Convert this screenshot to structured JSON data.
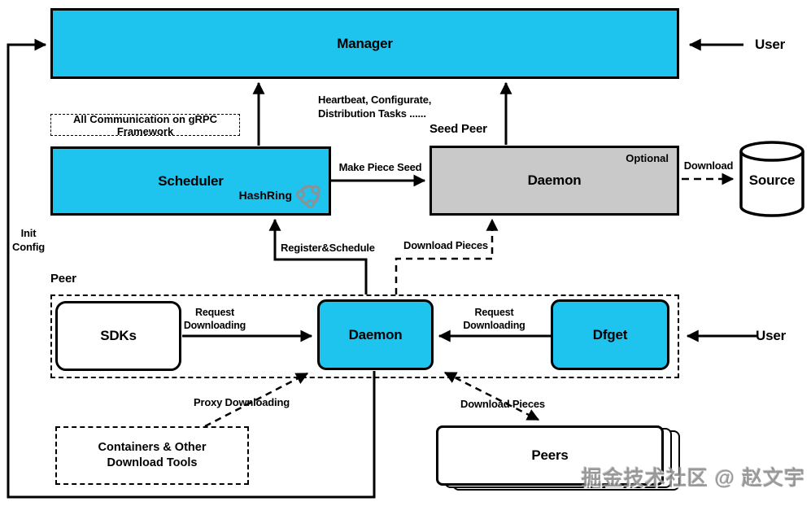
{
  "colors": {
    "accent_cyan": "#1ec3ee",
    "seed_gray": "#c9c9c9",
    "line_black": "#000000",
    "watermark_gray": "#8c8c8c"
  },
  "nodes": {
    "manager": {
      "label": "Manager"
    },
    "scheduler": {
      "label": "Scheduler",
      "hashring_label": "HashRing"
    },
    "grpc_note": {
      "label": "All Communication on gRPC Framework"
    },
    "seed_peer": {
      "group_label": "Seed Peer",
      "daemon_label": "Daemon",
      "optional_label": "Optional"
    },
    "source": {
      "label": "Source"
    },
    "peer": {
      "group_label": "Peer",
      "sdks_label": "SDKs",
      "daemon_label": "Daemon",
      "dfget_label": "Dfget"
    },
    "containers": {
      "line1": "Containers & Other",
      "line2": "Download Tools"
    },
    "peers": {
      "label": "Peers"
    }
  },
  "actors": {
    "user_top": "User",
    "user_right": "User"
  },
  "edges": {
    "init_config": {
      "line1": "Init",
      "line2": "Config"
    },
    "heartbeat": {
      "line1": "Heartbeat, Configurate,",
      "line2": "Distribution Tasks ......"
    },
    "make_piece_seed": "Make Piece Seed",
    "download": "Download",
    "register_schedule": "Register&Schedule",
    "download_pieces_seed": "Download Pieces",
    "request_downloading_sdk": {
      "line1": "Request",
      "line2": "Downloading"
    },
    "request_downloading_dfget": {
      "line1": "Request",
      "line2": "Downloading"
    },
    "proxy_downloading": "Proxy Downloading",
    "download_pieces_peers": "Download Pieces"
  },
  "watermark": "掘金技术社区 @ 赵文宇"
}
